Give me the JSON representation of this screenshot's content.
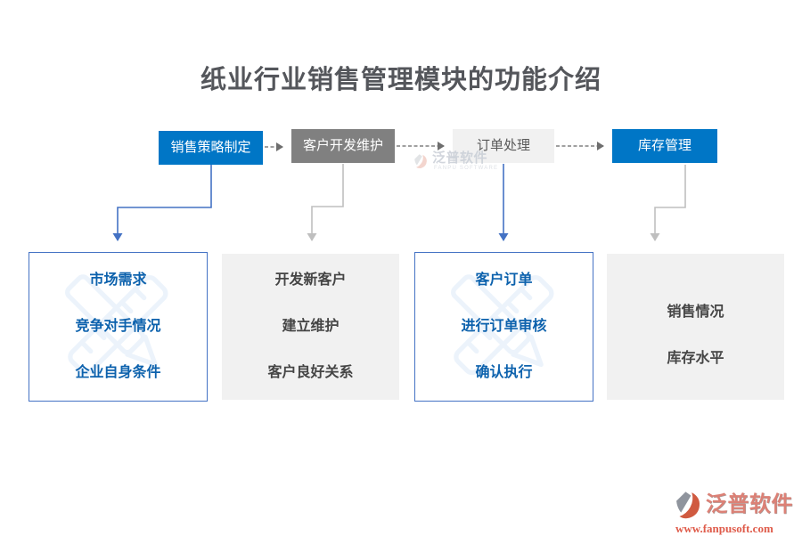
{
  "title": "纸业行业销售管理模块的功能介绍",
  "flow_nodes": [
    {
      "label": "销售策略制定",
      "style": "blue"
    },
    {
      "label": "客户开发维护",
      "style": "gray"
    },
    {
      "label": "订单处理",
      "style": "light"
    },
    {
      "label": "库存管理",
      "style": "blue"
    }
  ],
  "detail_boxes": [
    {
      "items": [
        "市场需求",
        "竞争对手情况",
        "企业自身条件"
      ],
      "style": "outlined-blue"
    },
    {
      "items": [
        "开发新客户",
        "建立维护",
        "客户良好关系"
      ],
      "style": "filled-gray"
    },
    {
      "items": [
        "客户订单",
        "进行订单审核",
        "确认执行"
      ],
      "style": "outlined-blue"
    },
    {
      "items": [
        "销售情况",
        "库存水平"
      ],
      "style": "filled-gray"
    }
  ],
  "center_watermark": {
    "brand": "泛普软件",
    "subtext": "FANPU SOFTWARE"
  },
  "footer_logo": {
    "brand": "泛普软件",
    "url": "www.fanpusoft.com"
  },
  "icons": [
    "fanpu-logo-icon",
    "ruler-pencil-watermark-icon",
    "dashed-arrow-icon"
  ],
  "colors": {
    "primary_blue": "#0076C6",
    "node_gray": "#808080",
    "node_light": "#F1F1F1",
    "connector_blue": "#4472C4",
    "connector_gray": "#BFBFBF",
    "dash_gray": "#808080",
    "detail_text_blue": "#0D62AD",
    "detail_text_dark": "#454545",
    "title_gray": "#54565B",
    "watermark_blue": "#DDEBF9",
    "logo_salmon": "#DC8176",
    "logo_red": "#DF5B4A"
  }
}
